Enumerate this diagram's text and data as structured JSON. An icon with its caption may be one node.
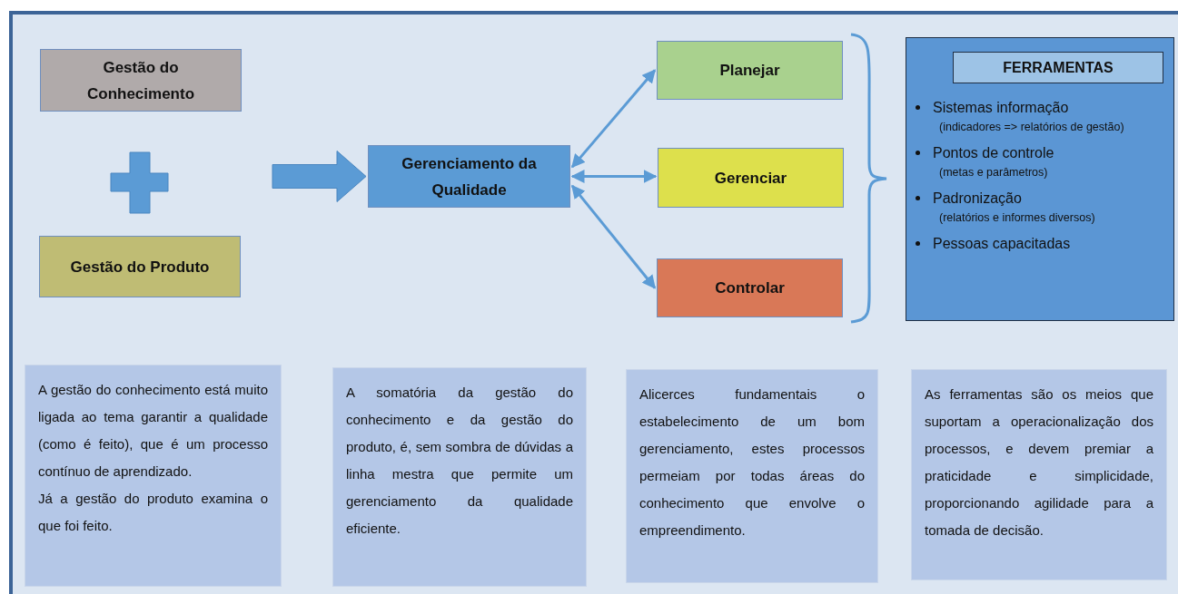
{
  "diagram": {
    "nodes": [
      {
        "text": [
          "Gestão do Conhecimento"
        ]
      },
      {
        "text": [
          "Gestão do Produto"
        ]
      },
      {
        "text": [
          "Gerenciamento da Qualidade"
        ]
      },
      {
        "text": [
          "Planejar"
        ]
      },
      {
        "text": [
          "Gerenciar"
        ]
      },
      {
        "text": [
          "Controlar"
        ]
      },
      {
        "text": [
          "Sistemas informação",
          "(indicadores => relatórios de gestão)",
          "Pontos de controle",
          "(metas e parâmetros)",
          "Padronização",
          "(relatórios e informes diversos)",
          "Pessoas capacitadas"
        ]
      },
      {
        "text": [
          "FERRAMENTAS"
        ],
        "in": 6
      },
      {
        "text": [
          "A gestão do conhecimento está muito ligada ao tema garantir a qualidade (como é feito), que é um processo contínuo de aprendizado.",
          "Já a gestão do produto examina o que foi feito."
        ]
      },
      {
        "text": [
          "A somatória da gestão do conhecimento e da gestão do produto, é, sem sombra de dúvidas a linha mestra que permite um gerenciamento da qualidade eficiente."
        ]
      },
      {
        "text": [
          "Alicerces fundamentais o estabelecimento de um bom gerenciamento, estes processos permeiam por todas áreas do conhecimento que envolve o empreendimento."
        ]
      },
      {
        "text": [
          "As ferramentas são os meios que suportam a operacionalização dos processos, e devem premiar a praticidade e simplicidade, proporcionando agilidade para a tomada de decisão."
        ]
      }
    ],
    "edges": [
      {
        "from": null,
        "to": 2,
        "arrow": "to",
        "style": "thick"
      },
      {
        "from": 2,
        "to": 3,
        "arrow": "both"
      },
      {
        "from": 2,
        "to": 4,
        "arrow": "both"
      },
      {
        "from": 2,
        "to": 5,
        "arrow": "both"
      }
    ]
  }
}
